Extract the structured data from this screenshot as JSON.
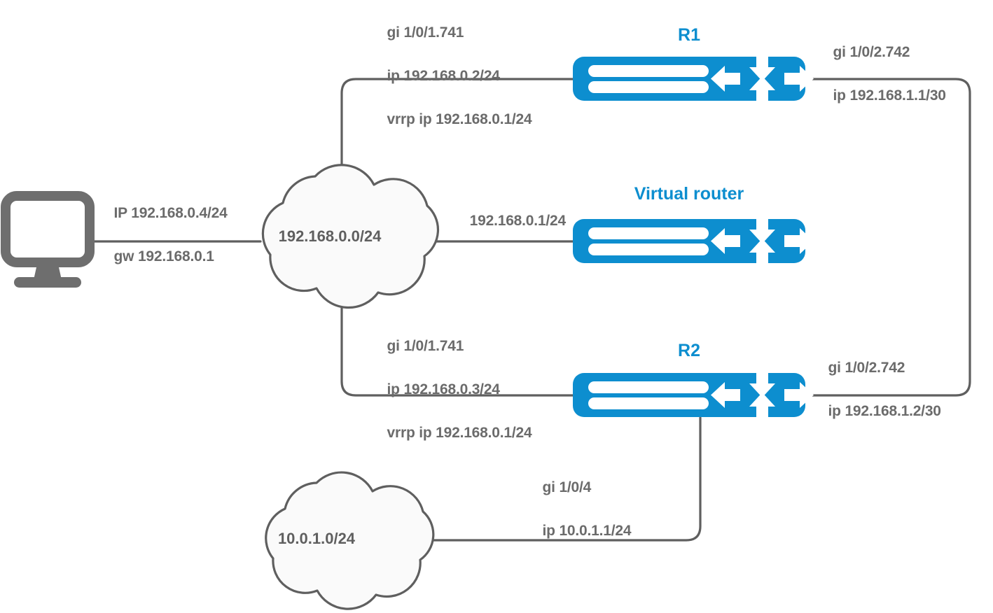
{
  "diagram": {
    "title": "VRRP network topology",
    "colors": {
      "router_blue": "#0d8ecf",
      "device_gray": "#6e6e6e",
      "line_gray": "#5f5f5f",
      "text_gray": "#6b6b6b",
      "cloud_fill": "#fafafa"
    }
  },
  "devices": {
    "pc": {
      "icon": "desktop-computer-icon",
      "label_line1": "IP 192.168.0.4/24",
      "label_line2": "gw 192.168.0.1"
    },
    "r1": {
      "name": "R1",
      "icon": "router-icon",
      "left_line1": "gi 1/0/1.741",
      "left_line2": "ip 192.168.0.2/24",
      "left_line3": "vrrp ip 192.168.0.1/24",
      "right_line1": "gi 1/0/2.742",
      "right_line2": "ip 192.168.1.1/30"
    },
    "virtual_router": {
      "name": "Virtual router",
      "icon": "router-icon",
      "left_line1": "192.168.0.1/24"
    },
    "r2": {
      "name": "R2",
      "icon": "router-icon",
      "left_line1": "gi 1/0/1.741",
      "left_line2": "ip 192.168.0.3/24",
      "left_line3": "vrrp ip 192.168.0.1/24",
      "right_line1": "gi 1/0/2.742",
      "right_line2": "ip 192.168.1.2/30",
      "bottom_line1": "gi 1/0/4",
      "bottom_line2": "ip 10.0.1.1/24"
    }
  },
  "clouds": {
    "lan": {
      "icon": "cloud-icon",
      "label": "192.168.0.0/24"
    },
    "site": {
      "icon": "cloud-icon",
      "label": "10.0.1.0/24"
    }
  }
}
